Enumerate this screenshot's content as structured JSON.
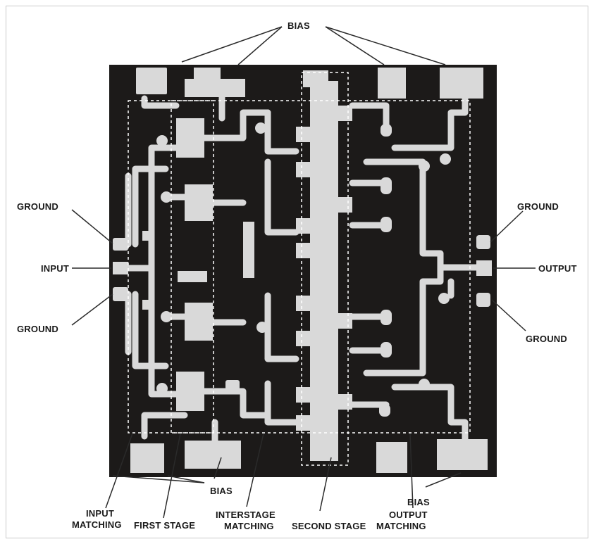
{
  "labels": {
    "bias_top": "BIAS",
    "ground_left_top": "GROUND",
    "input": "INPUT",
    "ground_left_bottom": "GROUND",
    "ground_right_top": "GROUND",
    "output": "OUTPUT",
    "ground_right_bottom": "GROUND",
    "bias_bottom_left": "BIAS",
    "bias_bottom_right": "BIAS",
    "input_matching_line1": "INPUT",
    "input_matching_line2": "MATCHING",
    "first_stage": "FIRST STAGE",
    "interstage_matching_line1": "INTERSTAGE",
    "interstage_matching_line2": "MATCHING",
    "second_stage": "SECOND STAGE",
    "output_matching_line1": "OUTPUT",
    "output_matching_line2": "MATCHING"
  },
  "colors": {
    "die": "#1c1a19",
    "metal": "#d9d9d9",
    "label": "#1a1a1a",
    "leader": "#2a2a2a"
  }
}
